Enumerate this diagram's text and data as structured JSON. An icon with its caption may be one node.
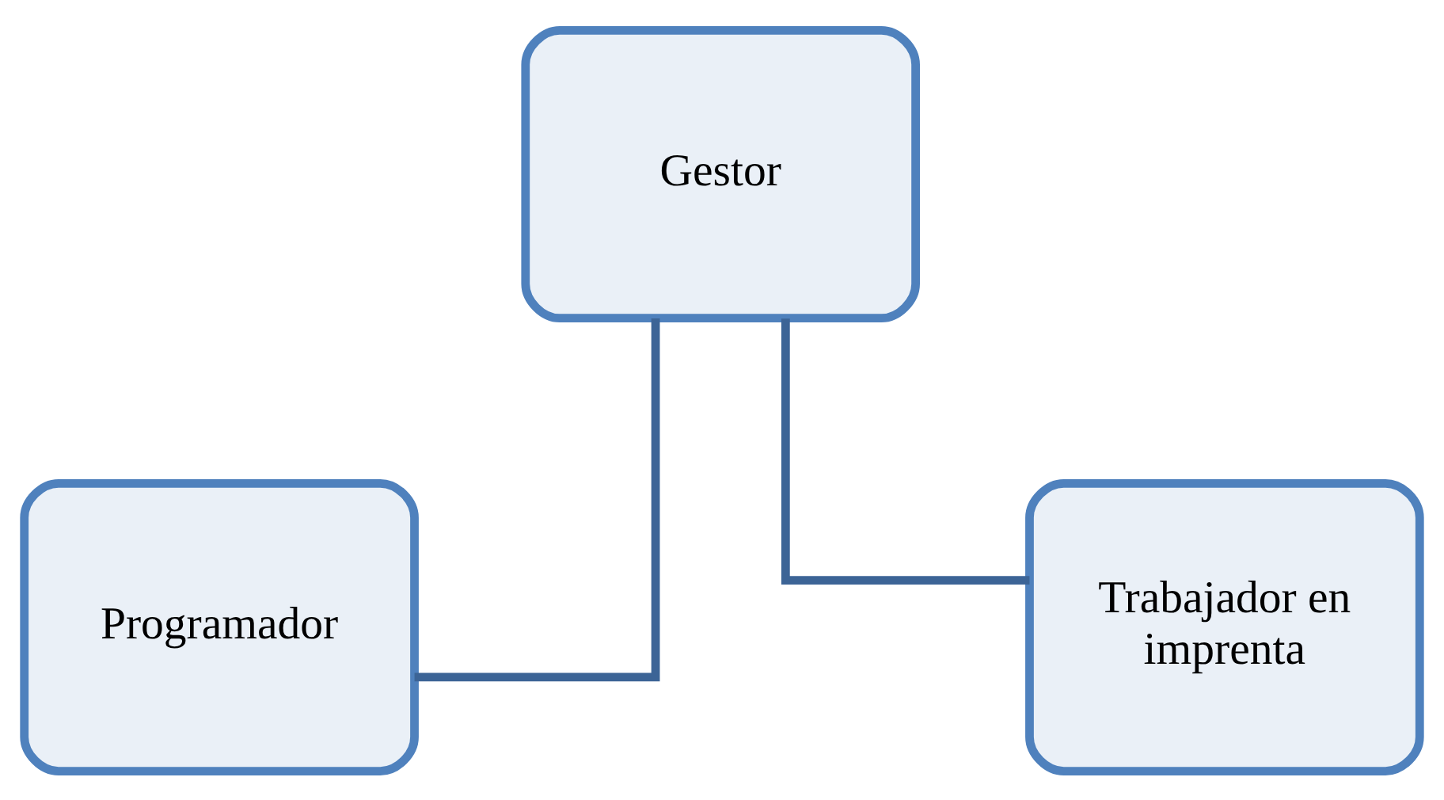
{
  "diagram": {
    "nodes": [
      {
        "text": [
          "Gestor"
        ]
      },
      {
        "text": [
          "Programador"
        ]
      },
      {
        "text": [
          "Trabajador en imprenta"
        ]
      }
    ],
    "edges": [
      {
        "from": 0,
        "to": 1,
        "arrow": "none"
      },
      {
        "from": 0,
        "to": 2,
        "arrow": "none"
      }
    ]
  }
}
